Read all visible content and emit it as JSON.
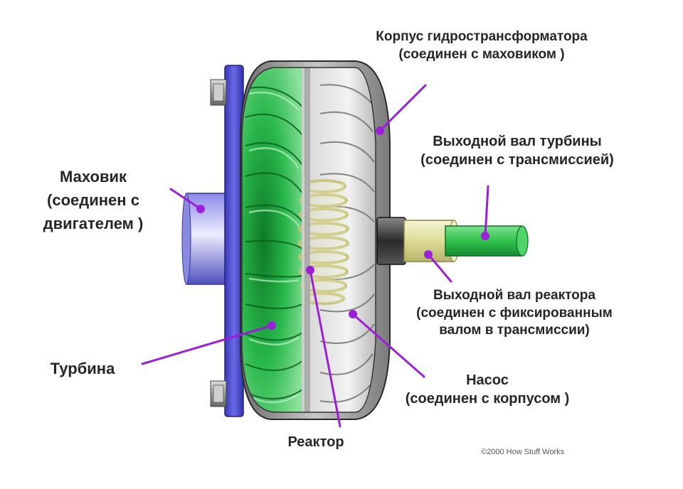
{
  "labels": {
    "housing": [
      "Корпус гидространсформатора",
      "(соединен с маховиком )"
    ],
    "turbine_shaft": [
      "Выходной вал турбины",
      "(соединен с трансмиссией)"
    ],
    "flywheel": [
      "Маховик",
      "(соединен с",
      "двигателем )"
    ],
    "reactor_shaft": [
      "Выходной вал реактора",
      "(соединен с фиксированным",
      "валом в трансмиссии)"
    ],
    "turbine": [
      "Турбина"
    ],
    "pump": [
      "Насос",
      "(соединен с корпусом )"
    ],
    "reactor": [
      "Реактор"
    ]
  },
  "copyright": "©2000 How Stuff Works",
  "colors": {
    "callout": "#9b1fd6",
    "turbine_green": "#22b24a",
    "flywheel_blue": "#4a4ad8",
    "housing_gray": "#9a9a9a",
    "shaft_green": "#2fc24d",
    "reactor_yellow": "#e8e6a8"
  },
  "icons": [
    "bolt-icon"
  ]
}
